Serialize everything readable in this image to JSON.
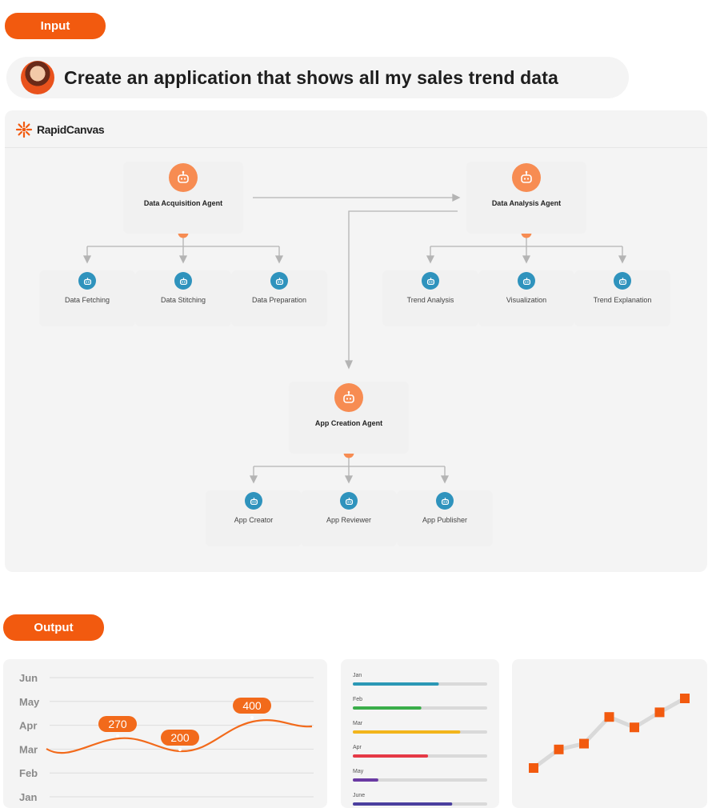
{
  "input_label": "Input",
  "output_label": "Output",
  "prompt": {
    "text": "Create an application that shows all my sales trend data"
  },
  "brand": {
    "name": "RapidCanvas"
  },
  "agents": [
    {
      "label": "Data Acquisition Agent",
      "subs": [
        "Data Fetching",
        "Data Stitching",
        "Data Preparation"
      ]
    },
    {
      "label": "Data Analysis Agent",
      "subs": [
        "Trend Analysis",
        "Visualization",
        "Trend Explanation"
      ]
    },
    {
      "label": "App Creation Agent",
      "subs": [
        "App Creator",
        "App Reviewer",
        "App Publisher"
      ]
    }
  ],
  "colors": {
    "accent": "#f25a0f",
    "agent_icon": "#f78c52",
    "sub_icon": "#2f93bd",
    "edge": "#b4b4b4"
  },
  "chart_data": [
    {
      "type": "line",
      "y_categories": [
        "Jan",
        "Feb",
        "Mar",
        "Apr",
        "May",
        "Jun"
      ],
      "data_labels": [
        "270",
        "200",
        "400"
      ],
      "color": "#f26a1b"
    },
    {
      "type": "bar",
      "orientation": "horizontal",
      "categories": [
        "Jan",
        "Feb",
        "Mar",
        "Apr",
        "May",
        "June"
      ],
      "values": [
        0.64,
        0.51,
        0.8,
        0.56,
        0.19,
        0.74
      ],
      "colors": [
        "#2b98b5",
        "#3aae4a",
        "#f2b51c",
        "#e63946",
        "#6a3aa3",
        "#4b3f9e"
      ]
    },
    {
      "type": "line",
      "markers": "square",
      "values": [
        1,
        2.6,
        3.1,
        5.4,
        4.5,
        5.8,
        7.0
      ],
      "color": "#f25a0f",
      "line_color": "#d9d9d9"
    }
  ]
}
